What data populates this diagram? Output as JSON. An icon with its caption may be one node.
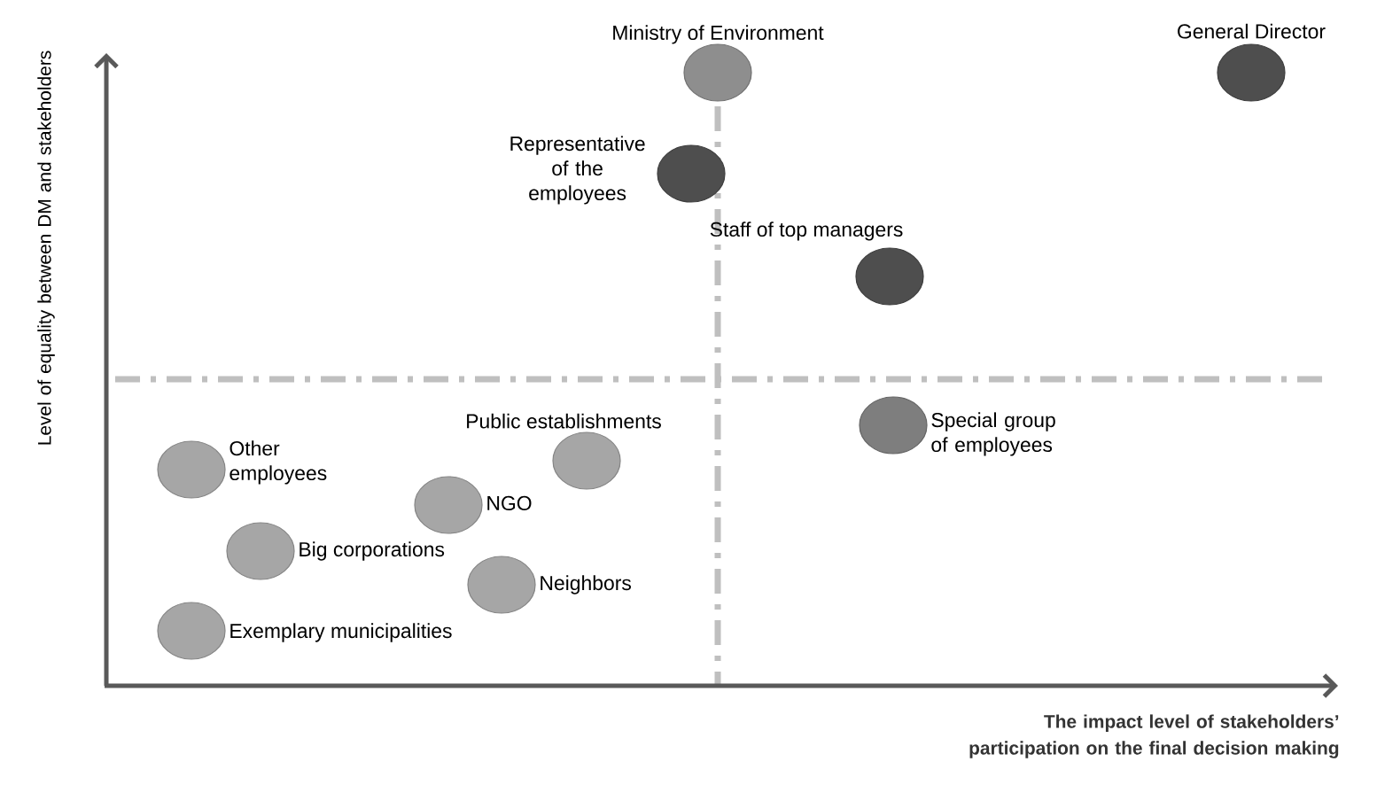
{
  "diagram": {
    "nodes": [
      {
        "text": [],
        "shape": "circle",
        "beside": [
          "Ministry of Environment"
        ]
      },
      {
        "text": [],
        "shape": "circle",
        "beside": [
          "General Director"
        ]
      },
      {
        "text": [],
        "shape": "circle",
        "beside": [
          "Representative of the employees"
        ]
      },
      {
        "text": [],
        "shape": "circle",
        "beside": [
          "Staff of top managers"
        ]
      },
      {
        "text": [],
        "shape": "circle",
        "beside": [
          "Special group of employees"
        ]
      },
      {
        "text": [],
        "shape": "circle",
        "beside": [
          "Public establishments"
        ]
      },
      {
        "text": [],
        "shape": "circle",
        "beside": [
          "Other employees"
        ]
      },
      {
        "text": [],
        "shape": "circle",
        "beside": [
          "NGO"
        ]
      },
      {
        "text": [],
        "shape": "circle",
        "beside": [
          "Big corporations"
        ]
      },
      {
        "text": [],
        "shape": "circle",
        "beside": [
          "Neighbors"
        ]
      },
      {
        "text": [],
        "shape": "circle",
        "beside": [
          "Exemplary municipalities"
        ]
      }
    ],
    "labels": [
      "Level of equality between DM and stakeholders",
      "The impact level of stakeholders’ participation on the final decision making"
    ]
  }
}
